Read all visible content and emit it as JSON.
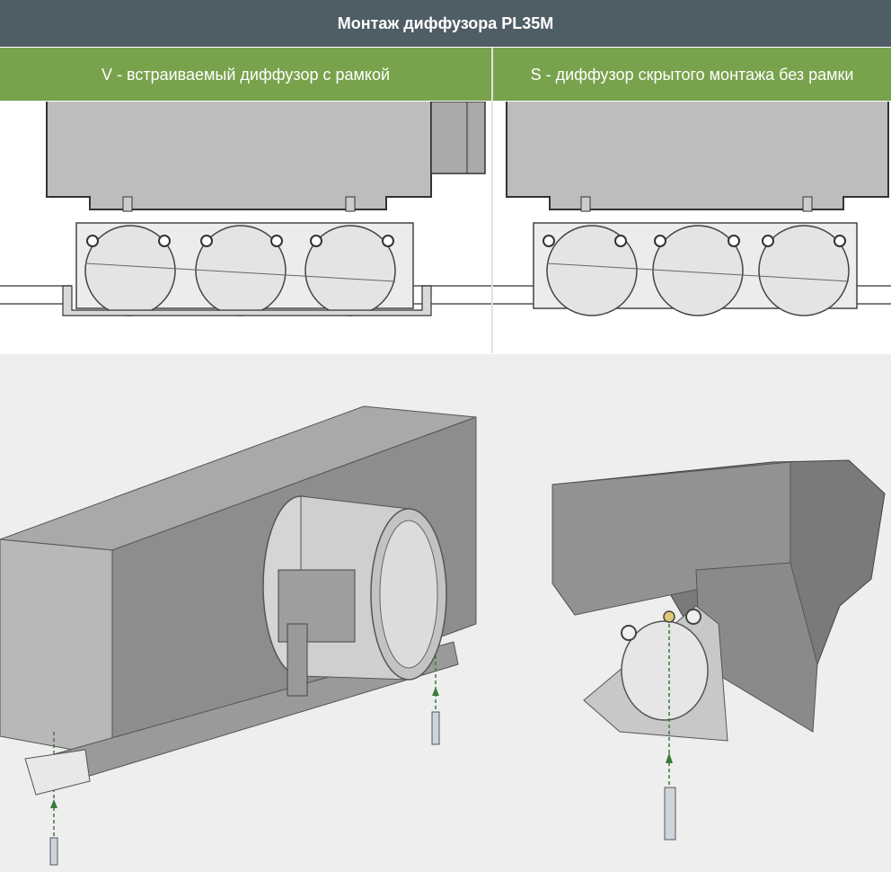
{
  "header": {
    "title": "Монтаж диффузора PL35M"
  },
  "variants": {
    "left_label": "V - встраиваемый диффузор с рамкой",
    "right_label": "S - диффузор скрытого монтажа без рамки"
  },
  "colors": {
    "header_bg": "#4f5d66",
    "subhead_bg": "#78a24c",
    "lower_bg": "#eeeeee",
    "plenum_fill": "#bdbdbd",
    "arrow": "#3a7a3a"
  }
}
